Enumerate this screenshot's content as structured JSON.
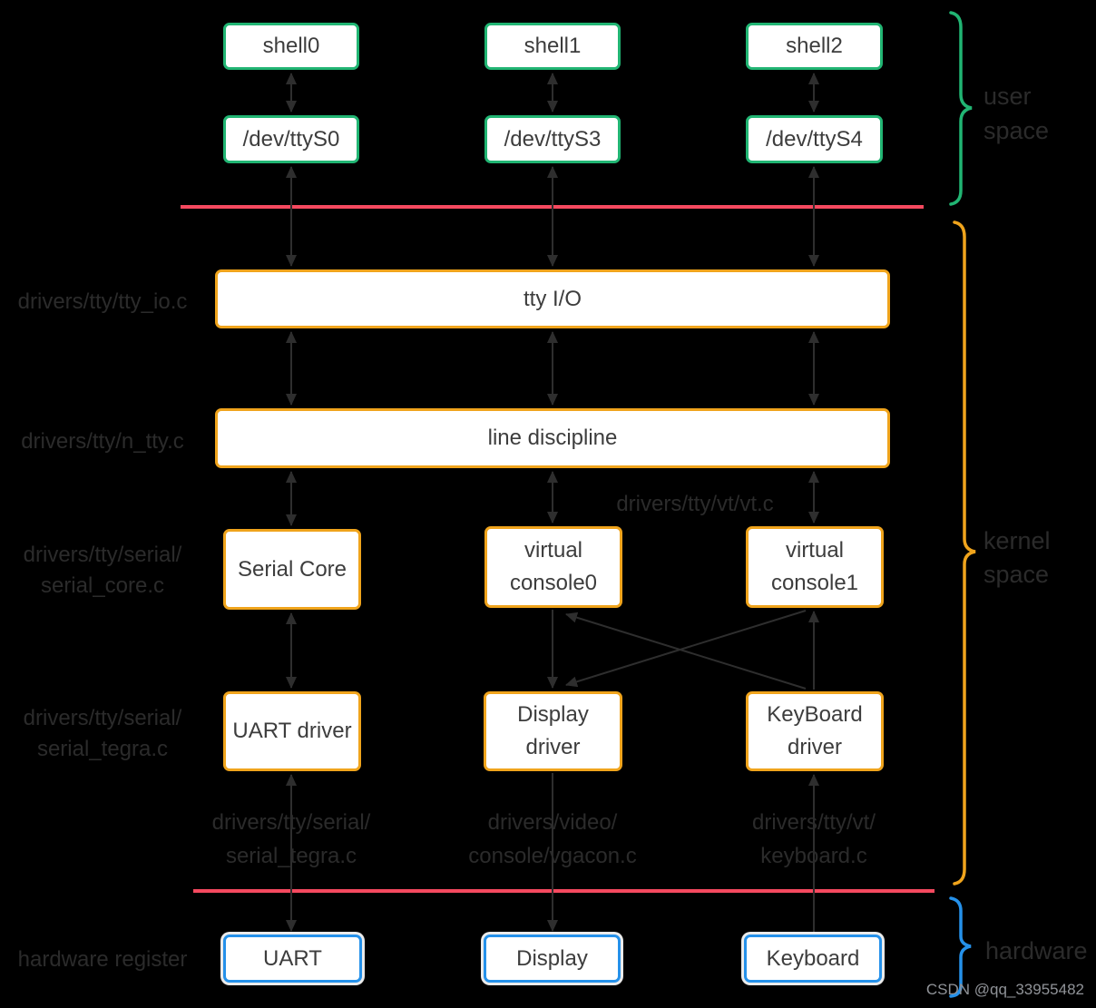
{
  "colors": {
    "background": "#000000",
    "user_space_accent": "#21b573",
    "kernel_accent": "#f0a41c",
    "hardware_accent": "#2591ea",
    "separator": "#f5495f",
    "connector": "#2e2e2e",
    "box_fill": "#ffffff",
    "box_text": "#3d3d3d",
    "label_text": "#2b2b2b",
    "watermark_text": "#909398"
  },
  "user_space": {
    "brace_label": [
      "user",
      "space"
    ],
    "shells": [
      "shell0",
      "shell1",
      "shell2"
    ],
    "devices": [
      "/dev/ttyS0",
      "/dev/ttyS3",
      "/dev/ttyS4"
    ]
  },
  "kernel_space": {
    "brace_label": [
      "kernel",
      "space"
    ],
    "tty_io": "tty I/O",
    "line_discipline": "line discipline",
    "serial_core": "Serial Core",
    "virtual_console0": [
      "virtual",
      "console0"
    ],
    "virtual_console1": [
      "virtual",
      "console1"
    ],
    "uart_driver": "UART driver",
    "display_driver": [
      "Display",
      "driver"
    ],
    "keyboard_driver": [
      "KeyBoard",
      "driver"
    ],
    "labels": {
      "tty_io_file": "drivers/tty/tty_io.c",
      "n_tty_file": "drivers/tty/n_tty.c",
      "vt_file": "drivers/tty/vt/vt.c",
      "serial_core_file": [
        "drivers/tty/serial/",
        "serial_core.c"
      ],
      "serial_tegra_file": [
        "drivers/tty/serial/",
        "serial_tegra.c"
      ],
      "uart_hw_file": [
        "drivers/tty/serial/",
        "serial_tegra.c"
      ],
      "vgacon_file": [
        "drivers/video/",
        "console/vgacon.c"
      ],
      "keyboard_file": [
        "drivers/tty/vt/",
        "keyboard.c"
      ]
    }
  },
  "hardware": {
    "brace_label": [
      "hardware"
    ],
    "register_label": "hardware register",
    "devices": [
      "UART",
      "Display",
      "Keyboard"
    ]
  },
  "watermark": "CSDN @qq_33955482"
}
